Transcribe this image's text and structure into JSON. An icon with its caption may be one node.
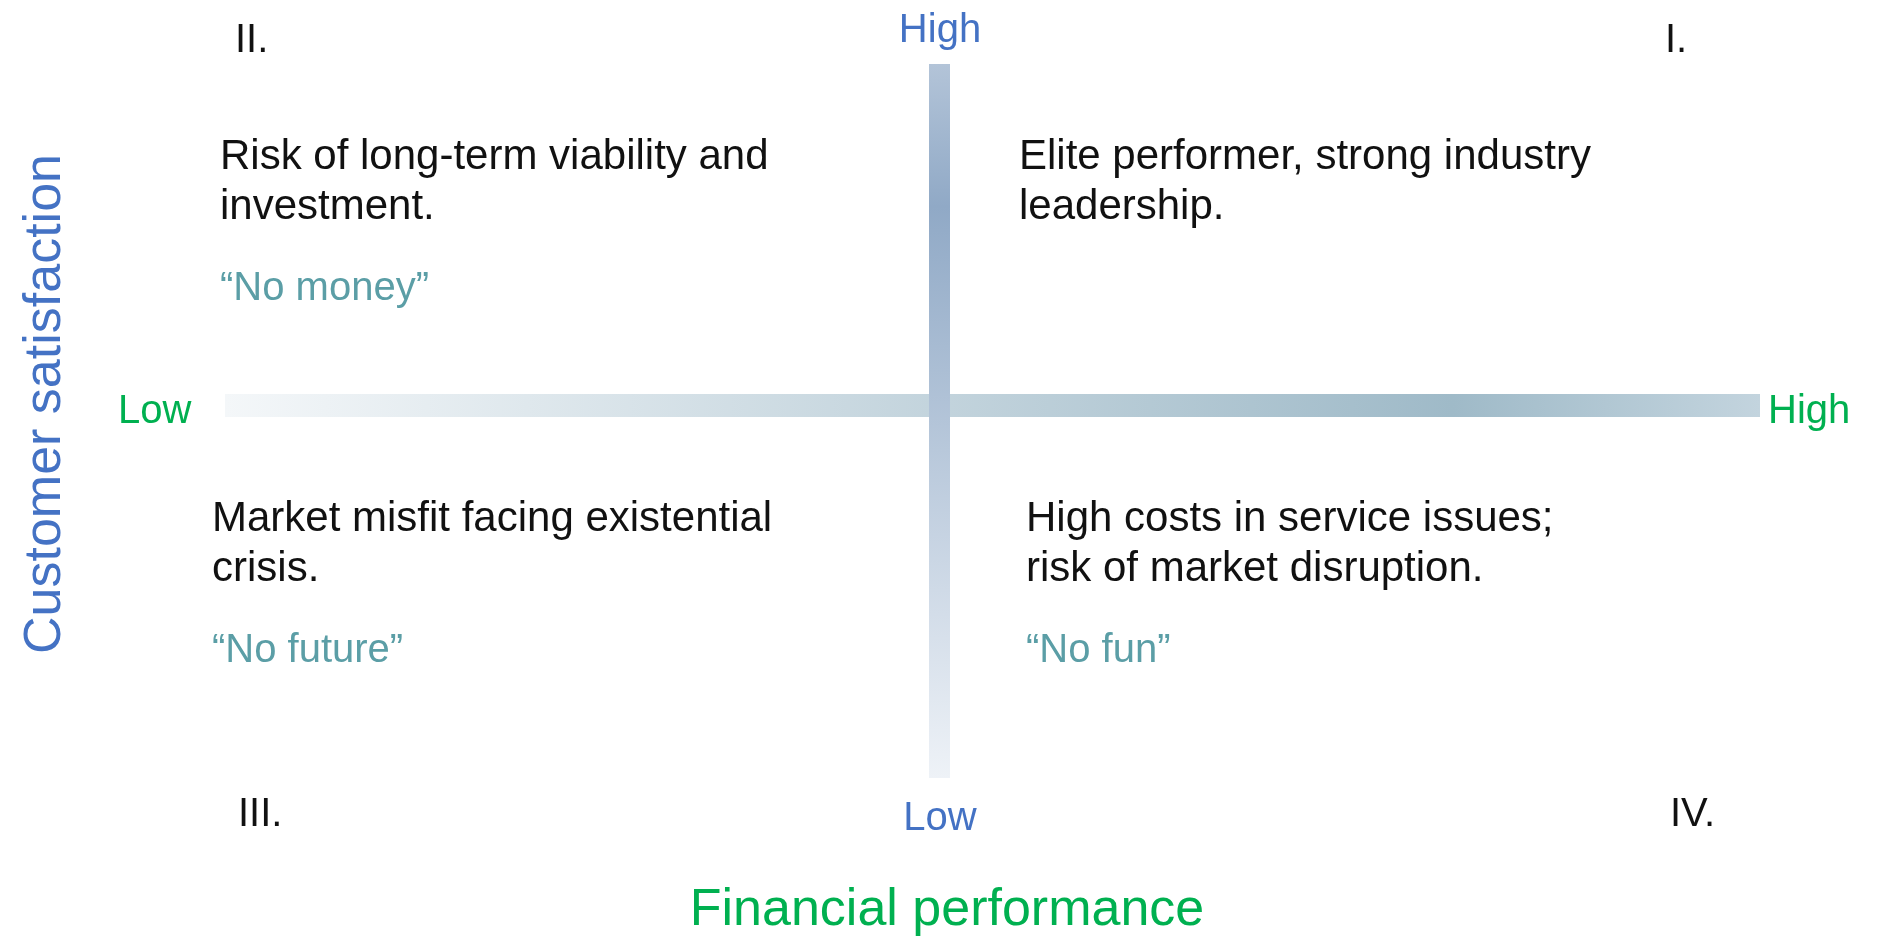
{
  "diagram": {
    "labels": [
      "II.",
      "High",
      "I.",
      "Risk of long-term viability and investment.",
      "Elite performer, strong industry leadership.",
      "“No money”",
      "Customer satisfaction",
      "Low",
      "High",
      "Market misfit facing existential crisis.",
      "High costs in service issues; risk of market disruption.",
      "“No future”",
      "“No fun”",
      "III.",
      "Low",
      "IV.",
      "Financial performance"
    ]
  }
}
